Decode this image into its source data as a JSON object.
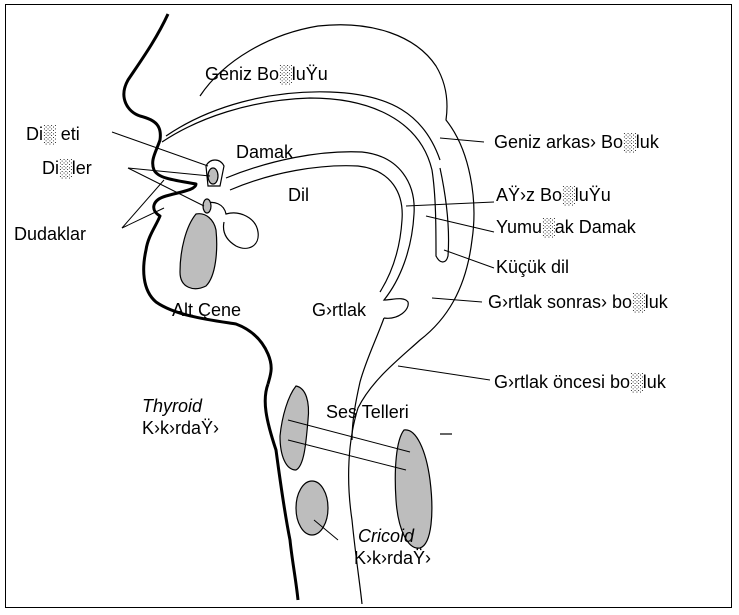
{
  "labels": {
    "nasal_cavity": "Geniz Bo░luŸu",
    "gum": "Di░ eti",
    "teeth": "Di░ler",
    "lips": "Dudaklar",
    "palate": "Damak",
    "tongue": "Dil",
    "posterior_nasal": "Geniz arkas› Bo░luk",
    "oral_cavity": "AŸ›z Bo░luŸu",
    "soft_palate": "Yumu░ak Damak",
    "uvula": "Küçük dil",
    "lower_jaw": "Alt Çene",
    "larynx": "G›rtlak",
    "post_larynx": "G›rtlak sonras› bo░luk",
    "pre_larynx": "G›rtlak öncesi bo░luk",
    "thyroid_title": "Thyroid",
    "thyroid_sub": "K›k›rdaŸ›",
    "vocal_cords": "Ses Telleri",
    "cricoid_title": "Cricoid",
    "cricoid_sub": "K›k›rdaŸ›"
  },
  "colors": {
    "line": "#000000",
    "cartilage_fill": "#bdbdbd",
    "background": "#ffffff"
  }
}
